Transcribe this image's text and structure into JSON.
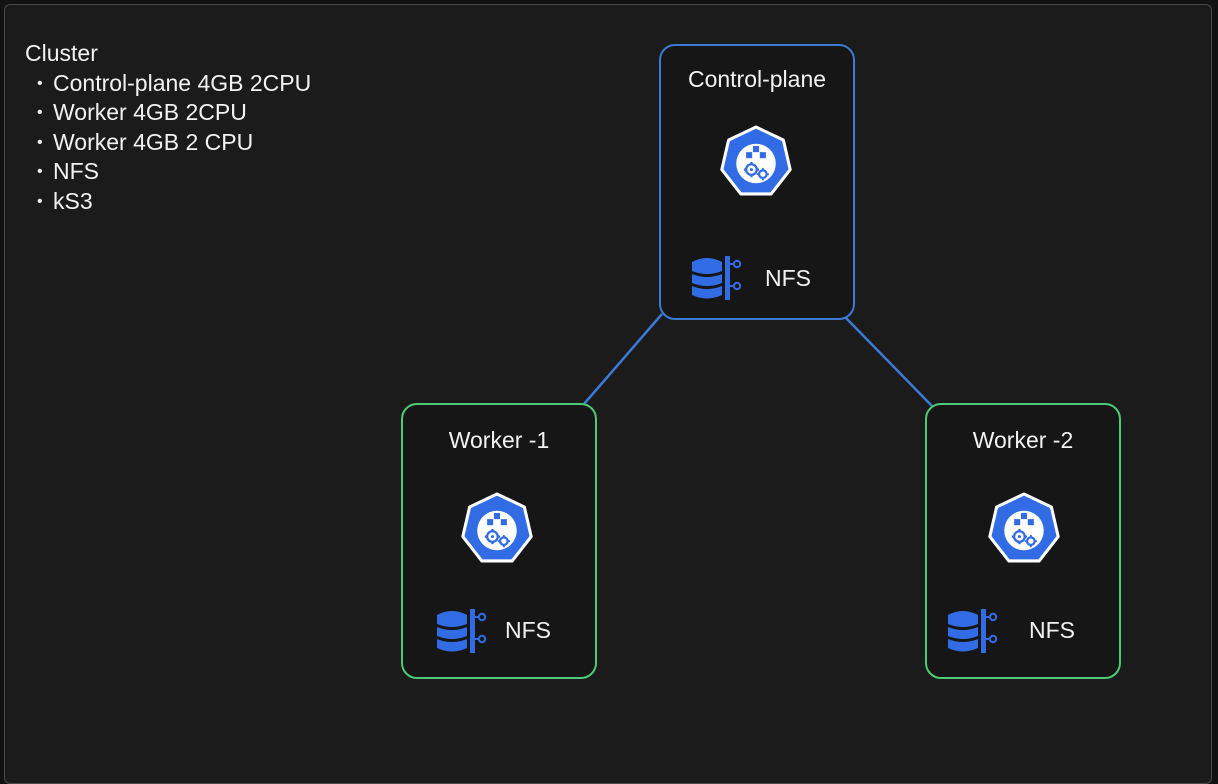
{
  "notes": {
    "title": "Cluster",
    "items": [
      "Control-plane 4GB 2CPU",
      "Worker 4GB 2CPU",
      "Worker 4GB 2 CPU",
      "NFS",
      "kS3"
    ]
  },
  "nodes": {
    "control_plane": {
      "title": "Control-plane",
      "icon": "kubernetes-icon",
      "storage_icon": "nfs-storage-icon",
      "storage_label": "NFS"
    },
    "worker_1": {
      "title": "Worker -1",
      "icon": "kubernetes-icon",
      "storage_icon": "nfs-storage-icon",
      "storage_label": "NFS"
    },
    "worker_2": {
      "title": "Worker -2",
      "icon": "kubernetes-icon",
      "storage_icon": "nfs-storage-icon",
      "storage_label": "NFS"
    }
  },
  "colors": {
    "control_plane_border": "#3b7ad6",
    "worker_border": "#4ccb74",
    "connector": "#3b7ad6",
    "icon_blue": "#326ce5"
  }
}
